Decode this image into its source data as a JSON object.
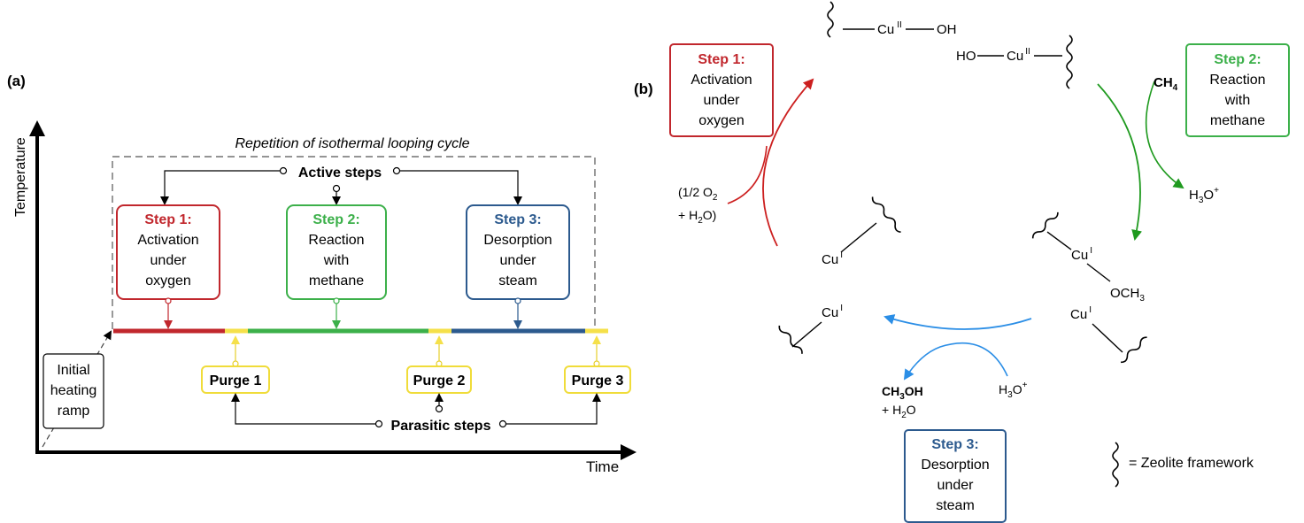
{
  "colors": {
    "red": "#c1272d",
    "green": "#3cb04a",
    "blue": "#2c5a8e",
    "yellow": "#f5e04a",
    "blue_arrow": "#2b8ee6",
    "dark_green": "#1f9a1f"
  },
  "panel_a": {
    "label": "(a)",
    "y_axis_label": "Temperature",
    "x_axis_label": "Time",
    "repetition_label": "Repetition of isothermal looping cycle",
    "active_steps": "Active steps",
    "parasitic_steps": "Parasitic steps",
    "initial_ramp": [
      "Initial",
      "heating",
      "ramp"
    ],
    "steps": [
      {
        "title": "Step 1:",
        "lines": [
          "Activation",
          "under",
          "oxygen"
        ],
        "color": "#c1272d"
      },
      {
        "title": "Step 2:",
        "lines": [
          "Reaction",
          "with",
          "methane"
        ],
        "color": "#3cb04a"
      },
      {
        "title": "Step 3:",
        "lines": [
          "Desorption",
          "under",
          "steam"
        ],
        "color": "#2c5a8e"
      }
    ],
    "purges": [
      "Purge 1",
      "Purge 2",
      "Purge 3"
    ]
  },
  "panel_b": {
    "label": "(b)",
    "step1": {
      "title": "Step 1:",
      "lines": [
        "Activation",
        "under",
        "oxygen"
      ]
    },
    "step2": {
      "title": "Step 2:",
      "lines": [
        "Reaction",
        "with",
        "methane"
      ]
    },
    "step3": {
      "title": "Step 3:",
      "lines": [
        "Desorption",
        "under",
        "steam"
      ]
    },
    "legend": "= Zeolite framework",
    "species": {
      "cu2_left": "Cu",
      "cu2_right": "Cu",
      "oh": "OH",
      "ho": "HO",
      "roman_ii": "II",
      "roman_i": "I",
      "ch4": "CH",
      "h3o": "H",
      "o2_open": "(1/2 O",
      "h2o_close": "+  H",
      "cu1": "Cu",
      "och3": "OCH",
      "ch3oh": "CH",
      "plus_h2o": "+  H"
    }
  }
}
